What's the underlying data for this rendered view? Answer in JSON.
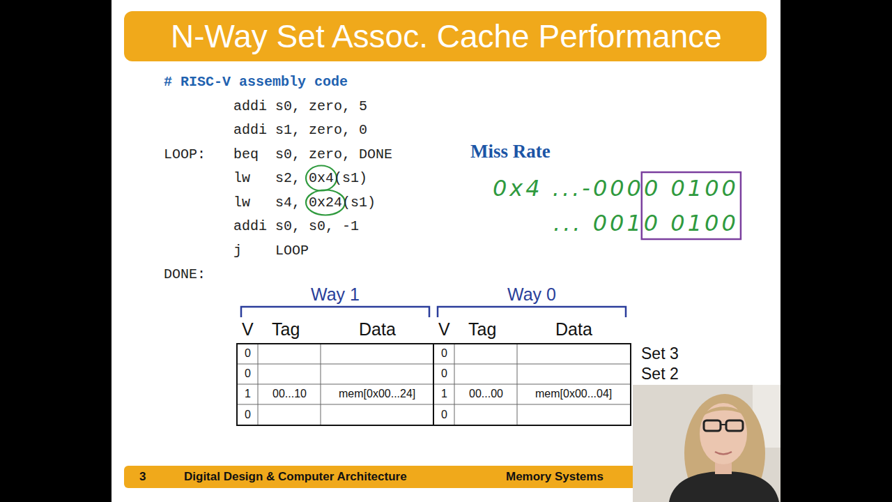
{
  "diagram": {
    "title": "N-Way Set Assoc. Cache Performance",
    "nodes": [
      {
        "text": [
          "3",
          "Digital Design & Computer Architecture",
          "Memory Systems"
        ]
      }
    ],
    "labels": [
      "# RISC-V assembly code",
      "addi s0, zero, 5",
      "addi s1, zero, 0",
      "LOOP:",
      "beq  s0, zero, DONE",
      "lw   s2, 0x4(s1)",
      "lw   s4, 0x24(s1)",
      "addi s0, s0, -1",
      "j    LOOP",
      "DONE:",
      "Miss Rate",
      "0x4 ...-0000 0100",
      "... 0010 0100",
      "Way 1",
      "Way 0",
      "V",
      "Tag",
      "Data",
      "V",
      "Tag",
      "Data",
      "Set 3",
      "Set 2",
      "0",
      "0",
      "0",
      "0",
      "1",
      "00...10",
      "mem[0x00...24]",
      "1",
      "00...00",
      "mem[0x00...04]",
      "0",
      "0"
    ]
  }
}
